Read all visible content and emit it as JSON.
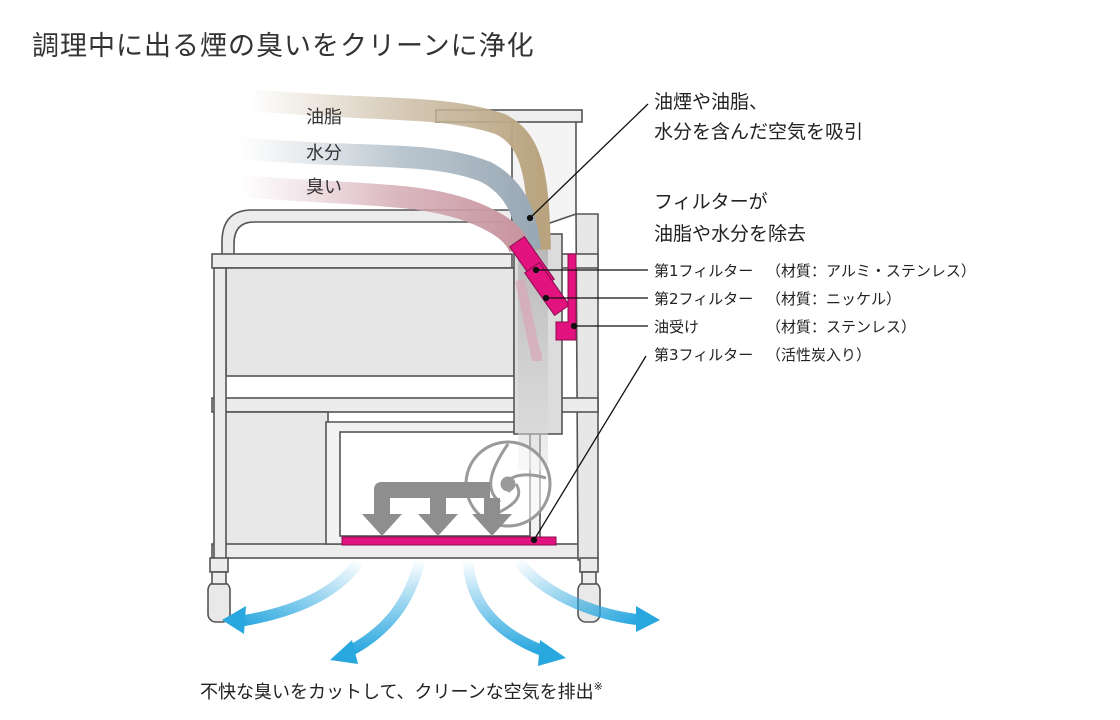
{
  "title": "調理中に出る煙の臭いをクリーンに浄化",
  "flows": {
    "oil": "油脂",
    "water": "水分",
    "odor": "臭い"
  },
  "callouts": {
    "intake_line1": "油煙や油脂、",
    "intake_line2": "水分を含んだ空気を吸引",
    "filter_line1": "フィルターが",
    "filter_line2": "油脂や水分を除去"
  },
  "filters": [
    {
      "name": "第1フィルター",
      "material": "（材質：アルミ・ステンレス）"
    },
    {
      "name": "第2フィルター",
      "material": "（材質：ニッケル）"
    },
    {
      "name": "油受け",
      "material": "（材質：ステンレス）"
    },
    {
      "name": "第3フィルター",
      "material": "（活性炭入り）"
    }
  ],
  "footer": {
    "text": "不快な臭いをカットして、クリーンな空気を排出",
    "note_mark": "※"
  },
  "colors": {
    "magenta": "#e2127f",
    "cart_fill": "#ebebeb",
    "cart_stroke": "#555555",
    "outflow_blue": "#29a7df",
    "arrow_gray": "#8e8e8e"
  }
}
